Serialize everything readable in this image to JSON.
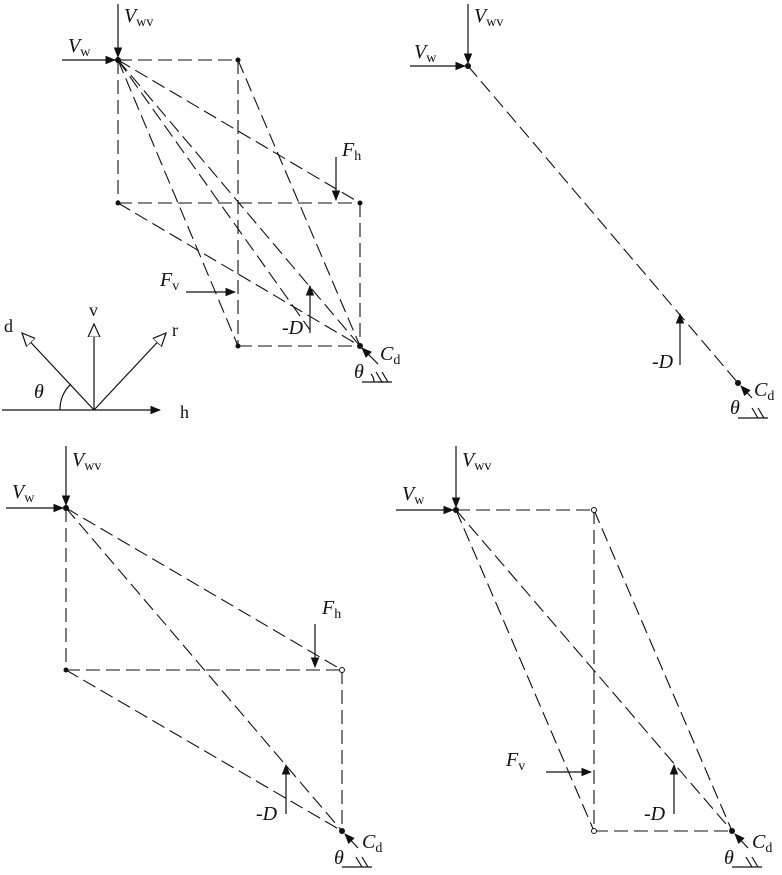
{
  "labels": {
    "vw_main": "V",
    "vw_sub": "w",
    "vwv_main": "V",
    "vwv_sub": "wv",
    "fh_main": "F",
    "fh_sub": "h",
    "fv_main": "F",
    "fv_sub": "v",
    "minus_d": "-D",
    "cd_main": "C",
    "cd_sub": "d",
    "theta": "θ"
  },
  "axes": {
    "d": "d",
    "v": "v",
    "r": "r",
    "h": "h",
    "theta": "θ"
  }
}
